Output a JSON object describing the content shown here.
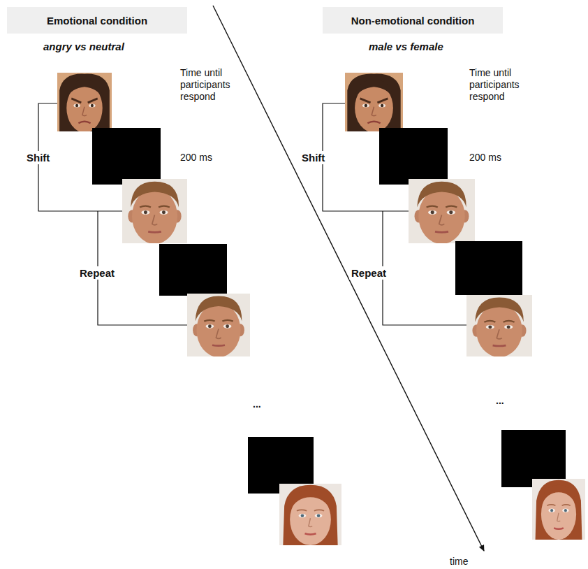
{
  "diagram": {
    "nodes": [
      {
        "text": [
          "Emotional condition"
        ]
      },
      {
        "text": [
          "Non-emotional condition"
        ]
      }
    ],
    "labels": [
      "angry vs neutral",
      "Time until participants respond",
      "200 ms",
      "Shift",
      "Repeat",
      "...",
      "male vs female",
      "Time until participants respond",
      "200 ms",
      "Shift",
      "Repeat",
      "...",
      "time"
    ]
  }
}
